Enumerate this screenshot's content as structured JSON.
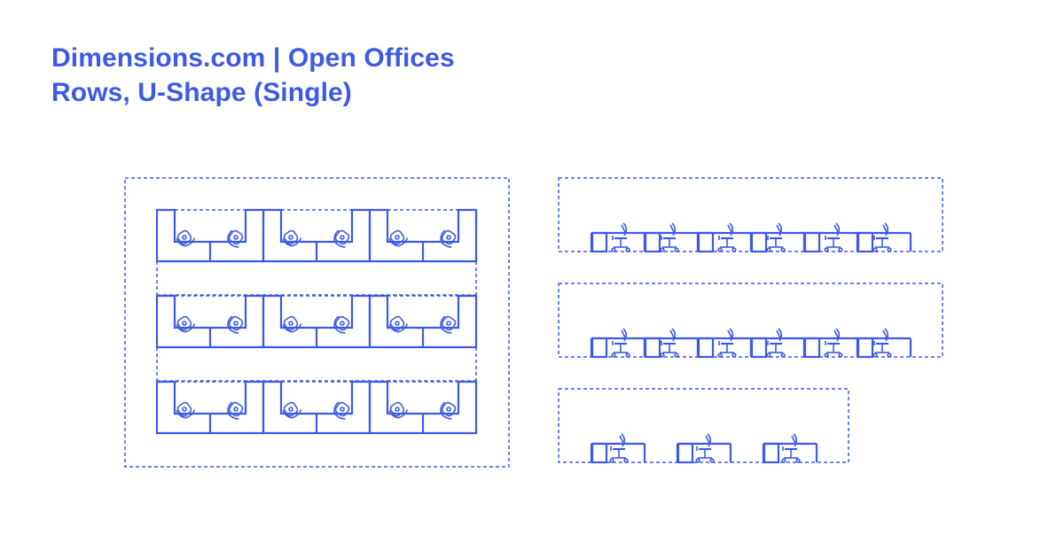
{
  "header": {
    "title_line1": "Dimensions.com | Open Offices",
    "title_line2": "Rows, U-Shape (Single)"
  },
  "colors": {
    "accent": "#3d5ae6",
    "background": "#ffffff"
  },
  "plan_view": {
    "rows": 3,
    "units_per_row": 3,
    "chairs_per_unit": 2
  },
  "elevations": [
    {
      "stations": 6
    },
    {
      "stations": 6
    },
    {
      "stations": 3
    }
  ]
}
